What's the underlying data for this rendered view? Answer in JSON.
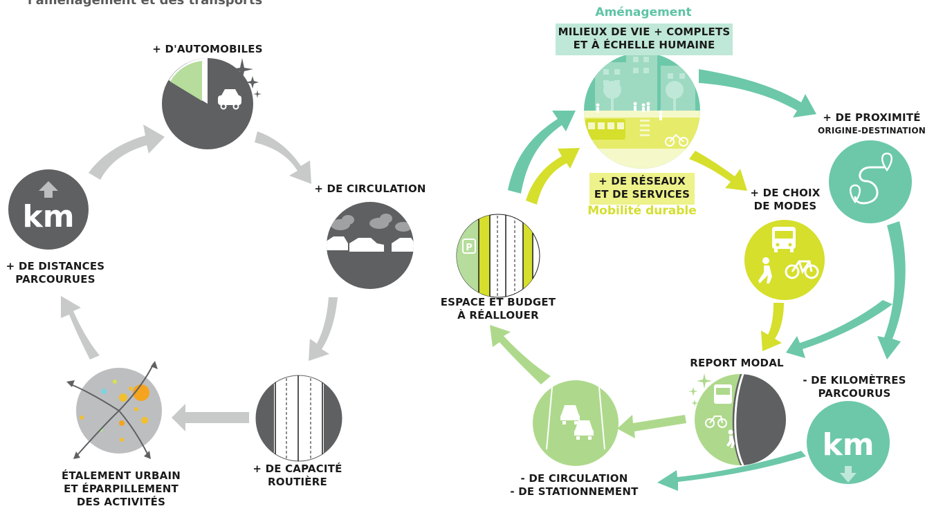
{
  "title": "l'aménagement et des transports",
  "left_cycle": {
    "automobiles": "+ D'AUTOMOBILES",
    "circulation": "+ DE CIRCULATION",
    "capacite_line1": "+ DE CAPACITÉ",
    "capacite_line2": "ROUTIÈRE",
    "etalement_line1": "ÉTALEMENT URBAIN",
    "etalement_line2": "ET ÉPARPILLEMENT",
    "etalement_line3": "DES ACTIVITÉS",
    "distances_line1": "+ DE DISTANCES",
    "distances_line2": "PARCOURUES",
    "km_icon_text": "km"
  },
  "right_cycle": {
    "amenagement_header": "Aménagement",
    "milieux_line1": "MILIEUX DE VIE + COMPLETS",
    "milieux_line2": "ET À ÉCHELLE HUMAINE",
    "reseaux_line1": "+ DE RÉSEAUX",
    "reseaux_line2": "ET DE SERVICES",
    "mobilite_footer": "Mobilité durable",
    "proximite_line1": "+ DE PROXIMITÉ",
    "proximite_line2": "ORIGINE-DESTINATION",
    "choix_line1": "+ DE CHOIX",
    "choix_line2": "DE MODES",
    "report_modal": "REPORT MODAL",
    "kilometres_line1": "- DE KILOMÈTRES",
    "kilometres_line2": "PARCOURUS",
    "circ_stat_line1": "- DE CIRCULATION",
    "circ_stat_line2": "- DE STATIONNEMENT",
    "espace_line1": "ESPACE ET BUDGET",
    "espace_line2": "À RÉALLOUER",
    "parking_icon_text": "P",
    "km_icon_text": "km"
  },
  "colors": {
    "dark": "#5f6062",
    "grey_arrow": "#c8c9c9",
    "teal": "#6cc8a9",
    "lime": "#d5df2c",
    "light_green": "#aed98c",
    "pale_green": "#bce8d7"
  }
}
